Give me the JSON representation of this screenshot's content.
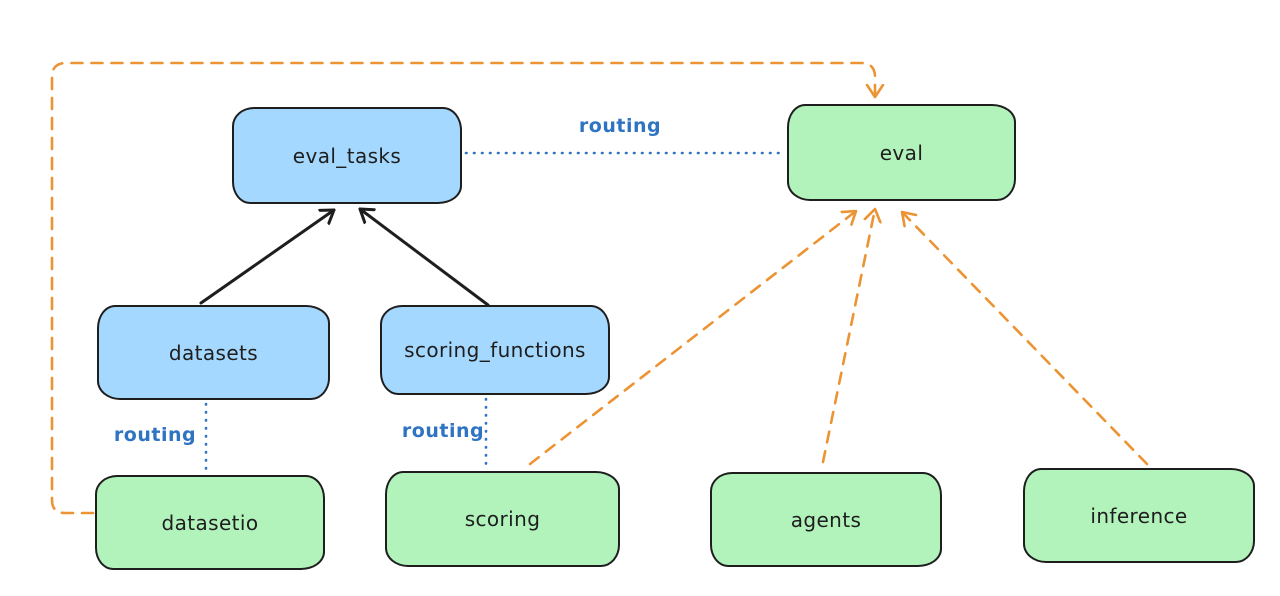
{
  "nodes": {
    "eval_tasks": {
      "label": "eval_tasks"
    },
    "eval": {
      "label": "eval"
    },
    "datasets": {
      "label": "datasets"
    },
    "scoring_functions": {
      "label": "scoring_functions"
    },
    "datasetio": {
      "label": "datasetio"
    },
    "scoring": {
      "label": "scoring"
    },
    "agents": {
      "label": "agents"
    },
    "inference": {
      "label": "inference"
    }
  },
  "edge_labels": {
    "eval_tasks_to_eval": "routing",
    "datasets_to_datasetio": "routing",
    "scoring_functions_to_scoring": "routing"
  },
  "colors": {
    "background": "#ffffff",
    "node_blue_fill": "#a5d8ff",
    "node_green_fill": "#b2f2bb",
    "node_stroke": "#1e1e1e",
    "routing_blue": "#2f74c2",
    "arrow_black": "#1e1e1e",
    "arrow_orange": "#ec9334"
  }
}
